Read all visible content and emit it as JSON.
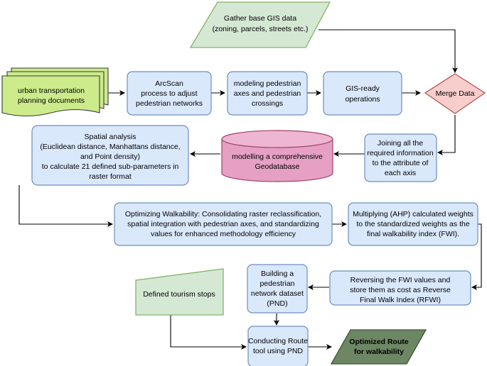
{
  "colors": {
    "blue_fill": "#dae8fc",
    "blue_stroke": "#6c8ebf",
    "green_fill": "#d5e8d4",
    "green_stroke": "#82b366",
    "lime_fill": "#cdeb8b",
    "lime_stroke": "#36393d",
    "pink_fill": "#f8cecc",
    "pink_stroke": "#b85450",
    "db_fill": "#e6a0c4",
    "db_stroke": "#a0436a",
    "dark_green_fill": "#6d8764",
    "dark_green_stroke": "#3a5431"
  },
  "nodes": {
    "gis_data": [
      "Gather base GIS data",
      "(zoning, parcels, streets etc.)"
    ],
    "urban_docs": [
      "urban transportation",
      "planning documents"
    ],
    "arcscan": [
      "ArcScan",
      "process to adjust",
      "pedestrian networks"
    ],
    "modeling": [
      "modeling pedestrian",
      "axes and pedestrian",
      "crossings"
    ],
    "gis_ready": [
      "GIS-ready",
      "operations"
    ],
    "merge": [
      "Merge Data"
    ],
    "joining": [
      "Joining all the",
      "required information",
      "to the attribute of",
      "each axis"
    ],
    "geodatabase": [
      "modelling a comprehensive",
      "Geodatabase"
    ],
    "spatial": [
      "Spatial analysis",
      "(Euclidean distance, Manhattans distance,",
      "and Point density)",
      "to calculate 21 defined sub-parameters in",
      "raster format"
    ],
    "optimizing": [
      "Optimizing Walkability: Consolidating raster reclassification,",
      "spatial integration with pedestrian axes, and standardizing",
      "values for enhanced methodology efficiency"
    ],
    "multiplying": [
      "Multiplying (AHP) calculated weights",
      "to the standardized weights as the",
      "final walkability index (FWI)."
    ],
    "reversing": [
      "Reversing the FWI values and",
      "store them as cost as Reverse",
      "Final Walk Index (RFWI)"
    ],
    "building": [
      "Building a",
      "pedestrian",
      "network dataset",
      "(PND)"
    ],
    "tourism": [
      "Defined tourism stops"
    ],
    "conducting": [
      "Conducting Route",
      "tool using PND"
    ],
    "optimized": [
      "Optimized Route",
      "for walkability"
    ]
  }
}
